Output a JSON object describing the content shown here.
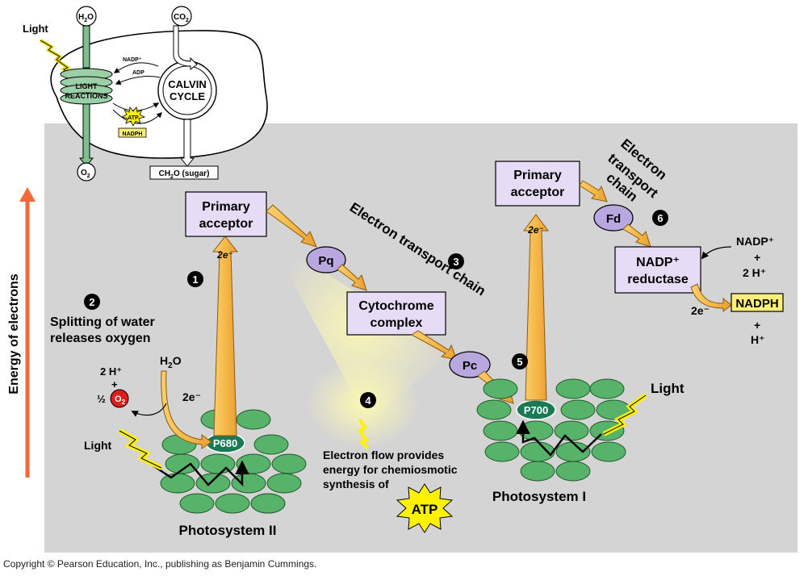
{
  "colors": {
    "panel": "#d4d4d4",
    "arrow_gold": "#f6b84a",
    "arrow_gold_dark": "#8a5a10",
    "box_lavender": "#e6dcf5",
    "oval_purple": "#b9a7e0",
    "disk_green": "#58b36a",
    "reaction_center": "#1a7a56",
    "energy_arrow": "#f26a3a",
    "oxygen_red": "#e01c1c",
    "nadph_yellow": "#ffef7a",
    "bolt_yellow": "#fff200",
    "glow": "#fffbb0",
    "chloroplast_green": "#9ad0a8"
  },
  "inset": {
    "light": "Light",
    "h2o": "H",
    "h2o_sub": "2",
    "h2o_tail": "O",
    "co2": "CO",
    "co2_sub": "2",
    "o2": "O",
    "o2_sub": "2",
    "sugar_a": "CH",
    "sugar_sub": "2",
    "sugar_b": "O (sugar)",
    "light_reactions_1": "LIGHT",
    "light_reactions_2": "REACTIONS",
    "calvin_1": "CALVIN",
    "calvin_2": "CYCLE",
    "nadp_plus": "NADP⁺",
    "adp": "ADP",
    "atp": "ATP",
    "nadph": "NADPH"
  },
  "y_axis_label": "Energy of electrons",
  "ps2": {
    "primary_acceptor_1": "Primary",
    "primary_acceptor_2": "acceptor",
    "two_e": "2e⁻",
    "step1": "1",
    "step2": "2",
    "splitting_1": "Splitting of water",
    "splitting_2": "releases oxygen",
    "two_h": "2 H⁺",
    "plus": "+",
    "half": "½",
    "o2": "O",
    "o2_sub": "2",
    "h2o": "H",
    "h2o_sub": "2",
    "h2o_tail": "O",
    "two_e_water": "2e⁻",
    "light": "Light",
    "p680": "P680",
    "photosystem": "Photosystem II"
  },
  "etc1": {
    "heading": "Electron transport chain",
    "step3": "3",
    "pq": "Pq",
    "cytochrome_1": "Cytochrome",
    "cytochrome_2": "complex",
    "pc": "Pc",
    "step4": "4",
    "flow_1": "Electron flow provides",
    "flow_2": "energy for chemiosmotic",
    "flow_3": "synthesis of",
    "atp": "ATP"
  },
  "ps1": {
    "primary_acceptor_1": "Primary",
    "primary_acceptor_2": "acceptor",
    "two_e": "2e⁻",
    "step5": "5",
    "p700": "P700",
    "light": "Light",
    "photosystem": "Photosystem I"
  },
  "etc2": {
    "heading_1": "Electron",
    "heading_2": "transport",
    "heading_3": "chain",
    "step6": "6",
    "fd": "Fd",
    "nadp_reductase_1": "NADP⁺",
    "nadp_reductase_2": "reductase",
    "nadp_in": "NADP⁺",
    "plus": "+",
    "two_h": "2 H⁺",
    "two_e": "2e⁻",
    "nadph": "NADPH",
    "plus2": "+",
    "h_plus": "H⁺"
  },
  "copyright": "Copyright © Pearson Education, Inc., publishing as Benjamin Cummings."
}
